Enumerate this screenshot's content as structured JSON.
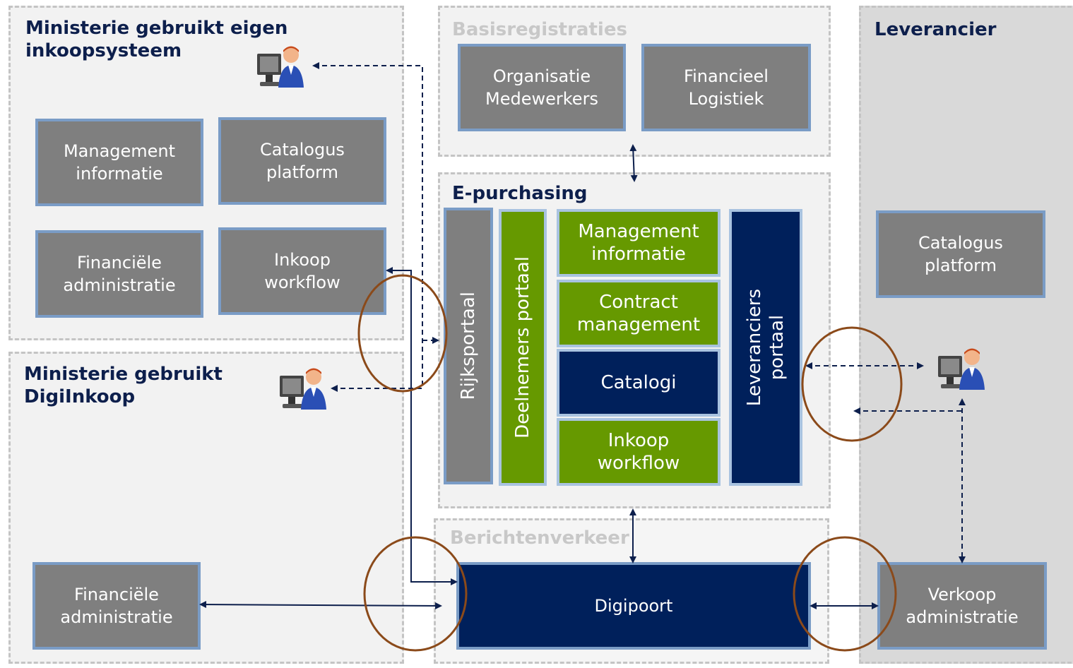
{
  "ministerie_eigen": {
    "title": "Ministerie gebruikt eigen\ninkoopsysteem",
    "boxes": {
      "management": "Management\ninformatie",
      "catalogus": "Catalogus\nplatform",
      "financieel": "Financiële\nadministratie",
      "inkoop": "Inkoop\nworkflow"
    }
  },
  "ministerie_digi": {
    "title": "Ministerie gebruikt\nDigiInkoop",
    "financieel": "Financiële\nadministratie"
  },
  "basisregistraties": {
    "title": "Basisregistraties",
    "organisatie": "Organisatie\nMedewerkers",
    "financieel": "Financieel\nLogistiek"
  },
  "epurchasing": {
    "title": "E-purchasing",
    "rijksportaal": "Rijksportaal",
    "deelnemers": "Deelnemers portaal",
    "management": "Management\ninformatie",
    "contract": "Contract\nmanagement",
    "catalogi": "Catalogi",
    "inkoop": "Inkoop\nworkflow",
    "leveranciers": "Leveranciers\nportaal"
  },
  "berichtenverkeer": {
    "title": "Berichtenverkeer",
    "digipoort": "Digipoort"
  },
  "leverancier": {
    "title": "Leverancier",
    "catalogus": "Catalogus\nplatform",
    "verkoop": "Verkoop\nadministratie"
  },
  "icons": [
    "user-at-computer-icon"
  ],
  "colors": {
    "gray_box": "#7f7f7f",
    "green_box": "#669900",
    "navy_box": "#00205b",
    "circle": "#8b4a1a"
  }
}
